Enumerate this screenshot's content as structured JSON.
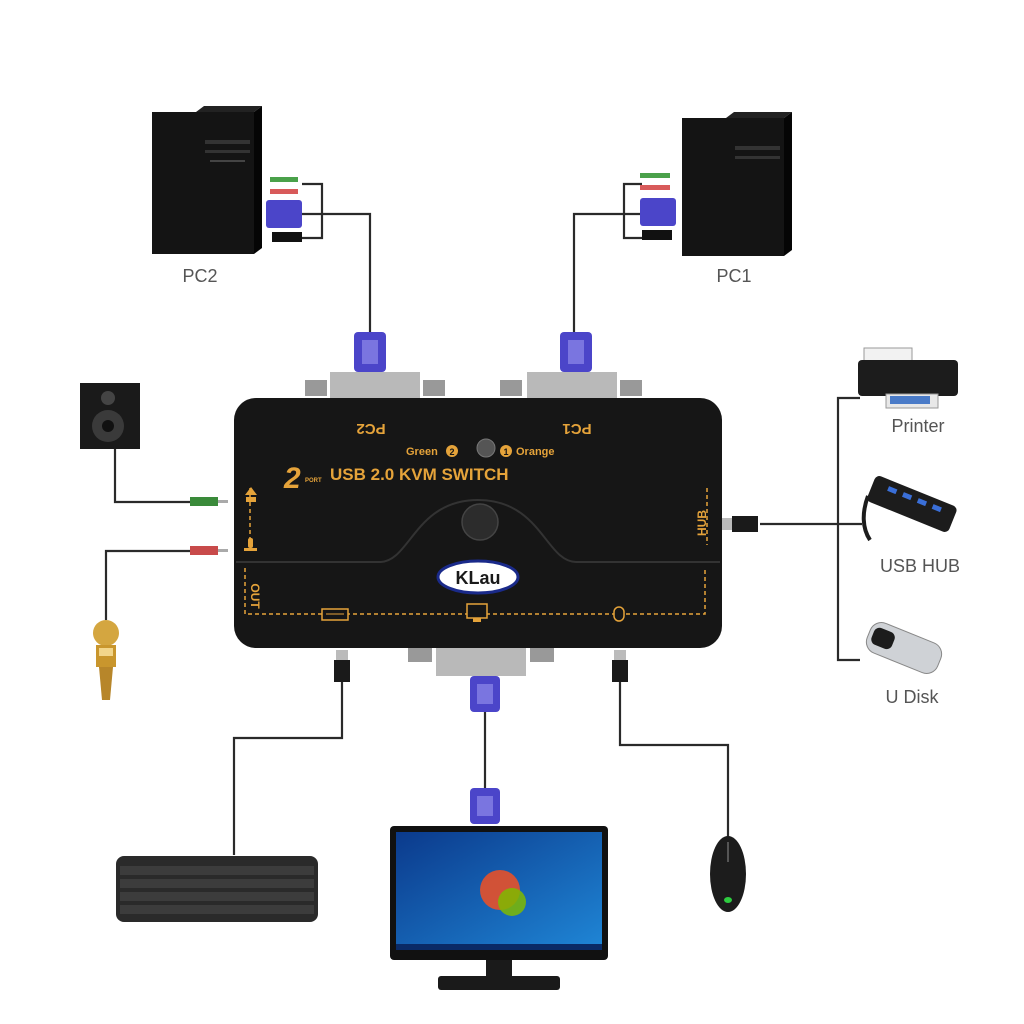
{
  "devices": {
    "pc2": "PC2",
    "pc1": "PC1",
    "printer": "Printer",
    "usb_hub": "USB HUB",
    "u_disk": "U Disk"
  },
  "switch": {
    "brand": "KLau",
    "logo_digit": "2",
    "logo_sub": "PORT",
    "title": "USB 2.0 KVM SWITCH",
    "pc2_label": "PC2",
    "pc1_label": "PC1",
    "led_green": "Green",
    "led_green_num": "2",
    "led_orange_num": "1",
    "led_orange": "Orange",
    "hub_label": "HUB",
    "out_label": "OUT"
  },
  "colors": {
    "accent": "#e5a33a",
    "body": "#161616",
    "vga": "#4b45c9"
  }
}
